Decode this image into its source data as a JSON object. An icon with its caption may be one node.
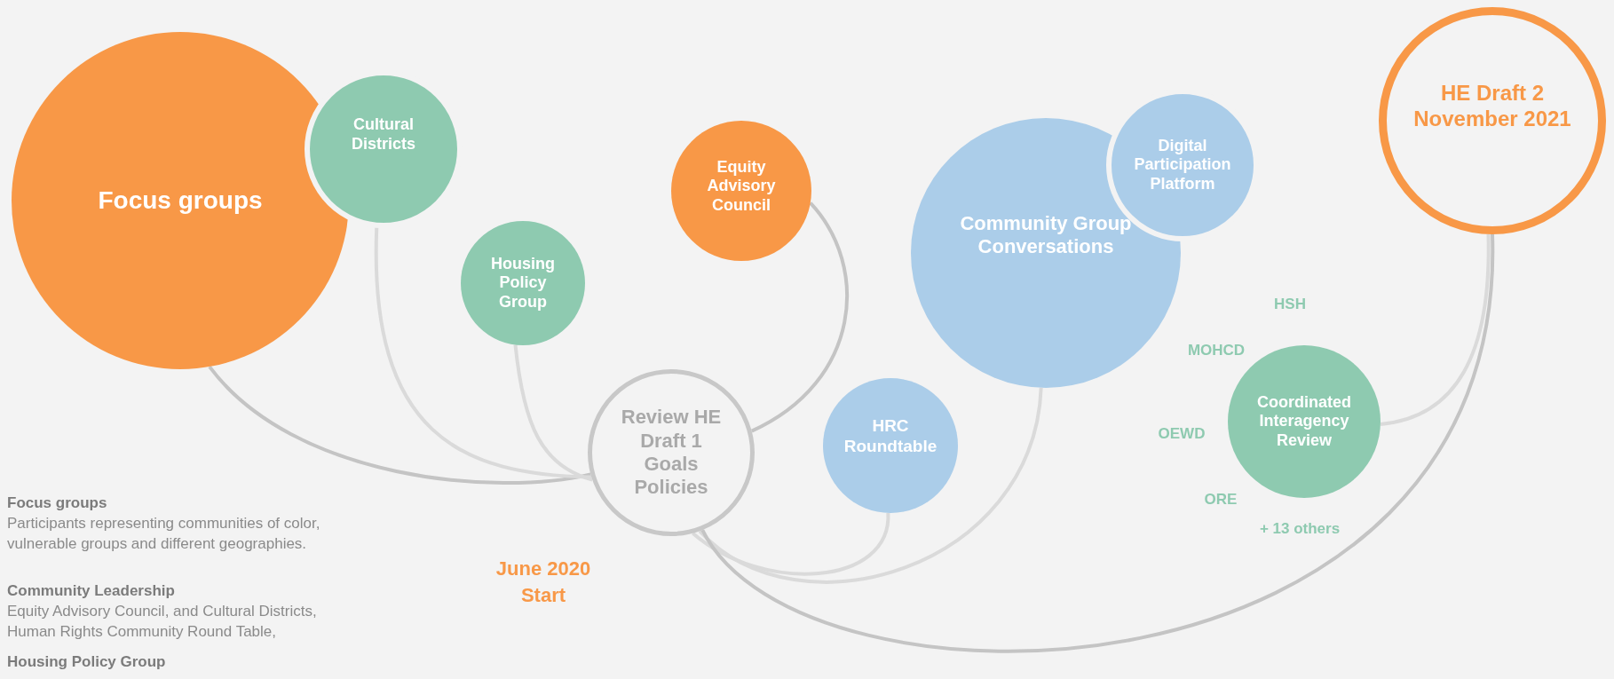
{
  "diagram": {
    "nodes": [
      {
        "text": [
          "Focus groups"
        ]
      },
      {
        "text": [
          "Cultural Districts"
        ]
      },
      {
        "text": [
          "Housing Policy Group"
        ]
      },
      {
        "text": [
          "Equity Advisory Council"
        ]
      },
      {
        "text": [
          "Review HE Draft 1 Goals Policies"
        ]
      },
      {
        "text": [
          "HRC Roundtable"
        ]
      },
      {
        "text": [
          "Community Group Conversations"
        ]
      },
      {
        "text": [
          "Digital Participation Platform"
        ]
      },
      {
        "text": [
          "HE Draft 2 November 2021"
        ]
      },
      {
        "text": [
          "Coordinated Interagency Review"
        ]
      }
    ],
    "edges": [
      {
        "from": 0,
        "to": 4,
        "arrow": "none",
        "color": "#c4c4c4"
      },
      {
        "from": 1,
        "to": 4,
        "arrow": "none"
      },
      {
        "from": 2,
        "to": 4,
        "arrow": "none"
      },
      {
        "from": 3,
        "to": 4,
        "arrow": "none",
        "color": "#c4c4c4"
      },
      {
        "from": 5,
        "to": 4,
        "arrow": "none"
      },
      {
        "from": 6,
        "to": 4,
        "arrow": "none"
      },
      {
        "from": 4,
        "to": 8,
        "arrow": "none",
        "color": "#c4c4c4"
      },
      {
        "from": 9,
        "to": 8,
        "arrow": "none"
      }
    ],
    "labels": [
      "HSH",
      "MOHCD",
      "OEWD",
      "ORE",
      "+ 13 others",
      "June 2020 Start",
      "Focus groups",
      "Participants representing communities of color, vulnerable groups and different geographies.",
      "Community Leadership",
      "Equity Advisory Council, and Cultural Districts, Human Rights Community Round Table,",
      "Housing Policy Group"
    ]
  }
}
